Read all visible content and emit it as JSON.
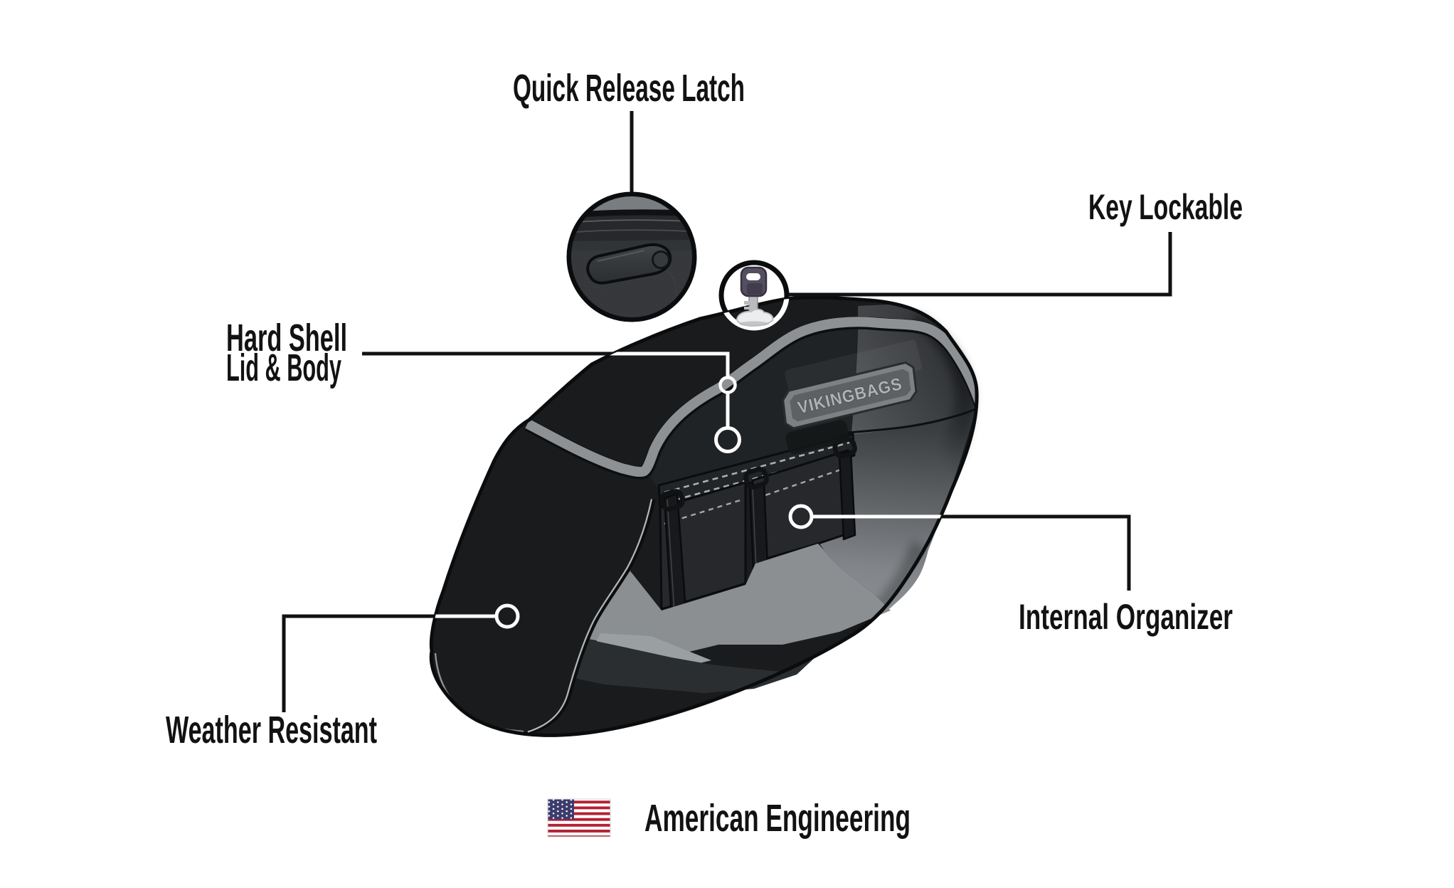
{
  "figure": {
    "type": "product-feature-diagram",
    "product": "hard shell motorcycle saddlebag",
    "brand_badge_text": "VIKINGBAGS"
  },
  "callouts": {
    "quick_release_latch": "Quick Release Latch",
    "key_lockable": "Key Lockable",
    "hard_shell_lines": [
      "Hard Shell",
      "Lid & Body"
    ],
    "weather_resistant": "Weather Resistant",
    "internal_organizer": "Internal Organizer"
  },
  "footer": {
    "american_engineering": "American Engineering",
    "flag": "us-flag"
  },
  "icons": [
    "latch-closeup-icon",
    "key-icon",
    "us-flag-icon"
  ],
  "colors": {
    "background": "#ffffff",
    "bag_black": "#1a1b1d",
    "outline_black": "#0b0c0d",
    "piping_gray": "#8e9194",
    "interior_floor_gray": "#8b8f92",
    "text_black": "#121212",
    "flag_red": "#b22234",
    "flag_blue": "#3c3b6e",
    "key_purple": "#534d5f"
  }
}
